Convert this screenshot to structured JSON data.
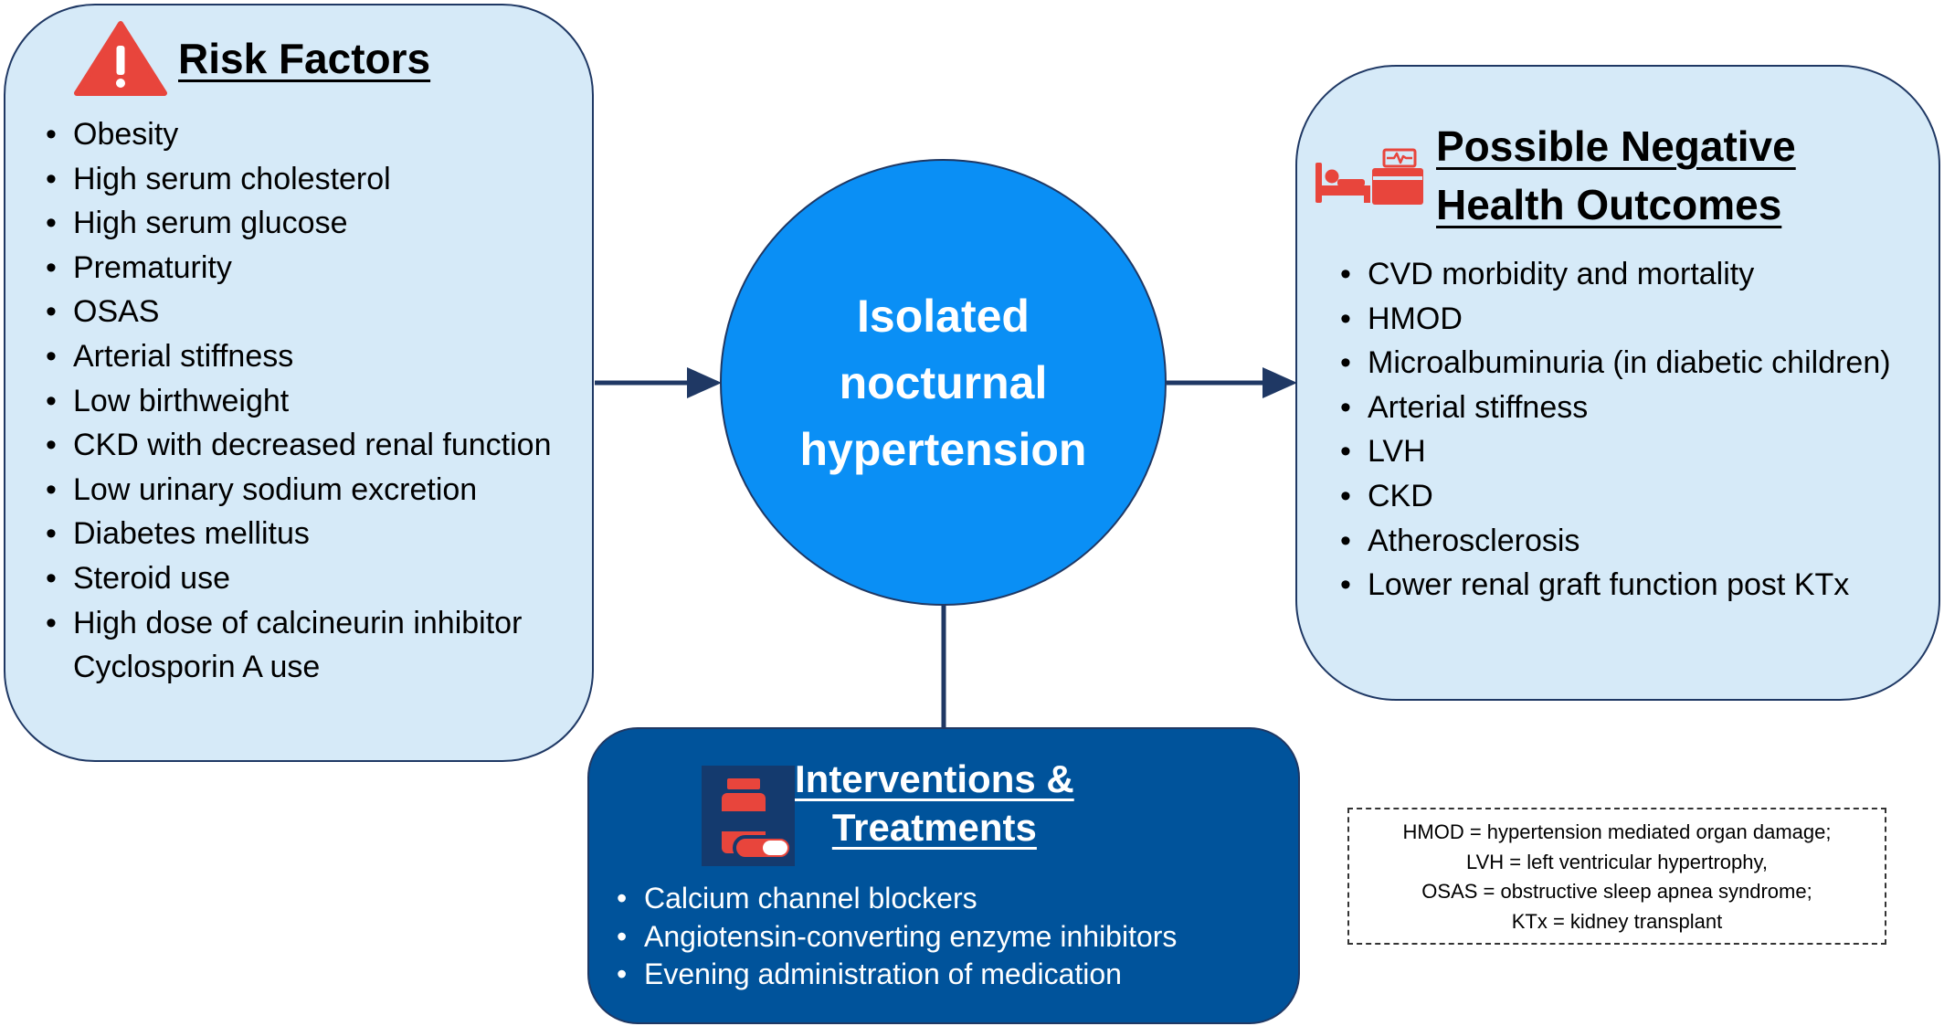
{
  "center": {
    "label": "Isolated\nnocturnal\nhypertension"
  },
  "risk_factors": {
    "title": "Risk Factors",
    "icon": "warning-icon",
    "items": [
      "Obesity",
      "High serum cholesterol",
      "High serum glucose",
      "Prematurity",
      "OSAS",
      "Arterial stiffness",
      "Low birthweight",
      "CKD with decreased renal function",
      "Low urinary sodium excretion",
      "Diabetes mellitus",
      "Steroid use",
      "High dose of calcineurin inhibitor Cyclosporin A use"
    ]
  },
  "outcomes": {
    "title_line1": "Possible Negative",
    "title_line2": "Health Outcomes",
    "icon": "hospital-bed-icon",
    "items": [
      "CVD morbidity and mortality",
      "HMOD",
      "Microalbuminuria (in diabetic children)",
      "Arterial stiffness",
      "LVH",
      "CKD",
      "Atherosclerosis",
      "Lower renal graft function post KTx"
    ]
  },
  "interventions": {
    "title_line1": "Interventions &",
    "title_line2": "Treatments",
    "icon": "medication-icon",
    "items": [
      "Calcium channel blockers",
      "Angiotensin-converting enzyme inhibitors",
      "Evening administration of medication"
    ]
  },
  "abbreviations": {
    "lines": [
      "HMOD = hypertension mediated organ damage;",
      "LVH = left ventricular hypertrophy,",
      "OSAS = obstructive sleep apnea syndrome;",
      "KTx = kidney transplant"
    ]
  },
  "colors": {
    "panel_light": "#d6eaf8",
    "panel_dark": "#00539b",
    "circle": "#0a8ff5",
    "border": "#1f3864",
    "icon_red": "#e8453c"
  }
}
